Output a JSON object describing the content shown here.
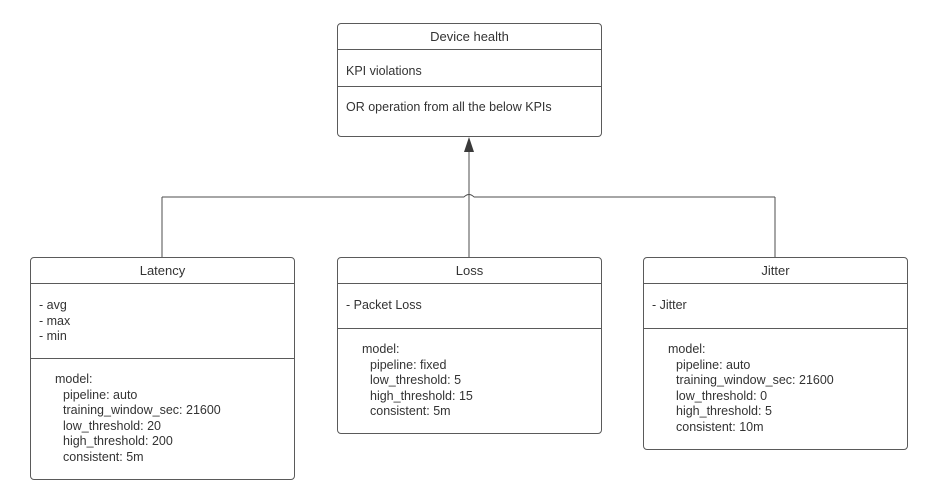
{
  "device_health": {
    "title": "Device health",
    "kpi_label": "KPI violations",
    "operation_label": "OR operation from all the below KPIs"
  },
  "latency": {
    "title": "Latency",
    "metrics": [
      "- avg",
      "- max",
      "- min"
    ],
    "model_heading": "model:",
    "model_params": [
      "pipeline: auto",
      "training_window_sec: 21600",
      "low_threshold: 20",
      "high_threshold: 200",
      "consistent: 5m"
    ]
  },
  "loss": {
    "title": "Loss",
    "metrics": [
      "- Packet Loss"
    ],
    "model_heading": "model:",
    "model_params": [
      "pipeline: fixed",
      "low_threshold: 5",
      "high_threshold: 15",
      "consistent: 5m"
    ]
  },
  "jitter": {
    "title": "Jitter",
    "metrics": [
      "- Jitter"
    ],
    "model_heading": "model:",
    "model_params": [
      "pipeline: auto",
      "training_window_sec: 21600",
      "low_threshold: 0",
      "high_threshold: 5",
      "consistent: 10m"
    ]
  },
  "colors": {
    "line": "#4d4d4d",
    "border": "#5a5a5a",
    "text": "#333333"
  }
}
